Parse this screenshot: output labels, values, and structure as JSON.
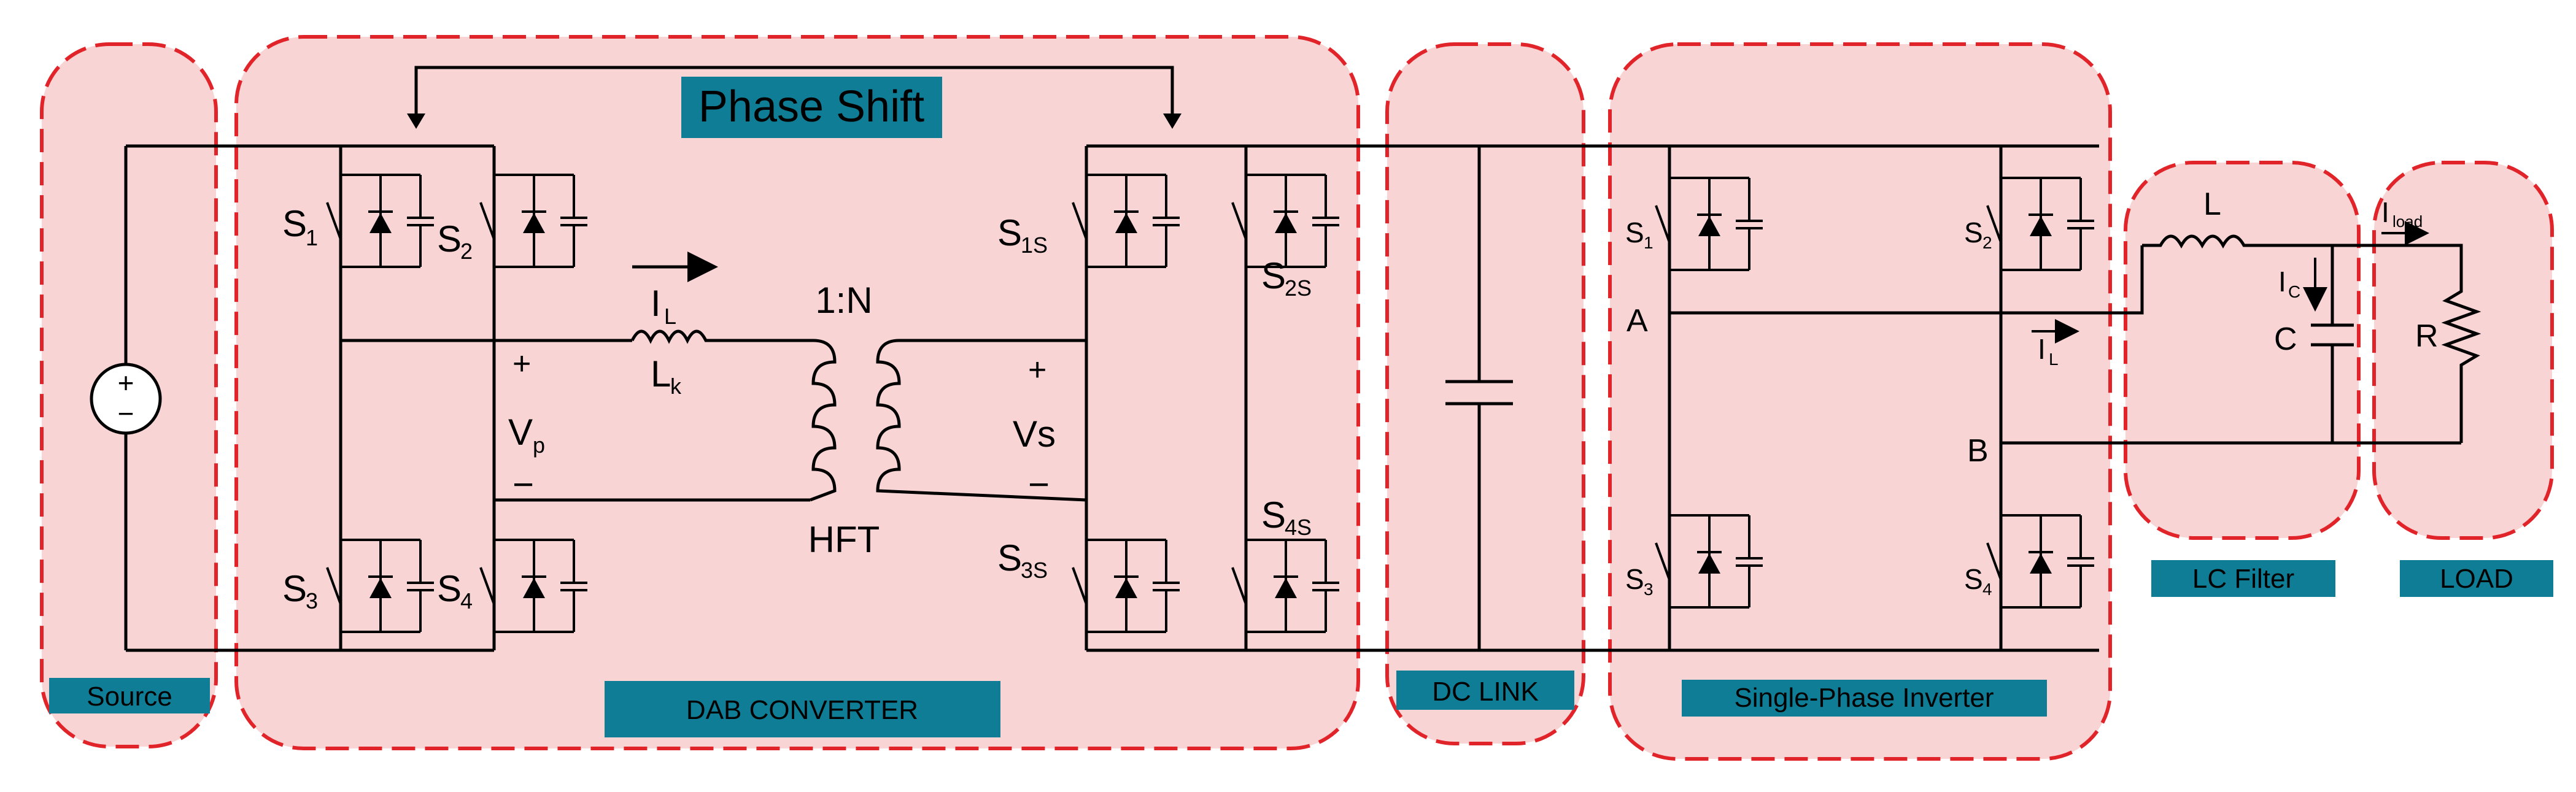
{
  "title_tag": "Phase Shift",
  "blocks": {
    "source": "Source",
    "dab": "DAB CONVERTER",
    "dclink": "DC LINK",
    "inverter": "Single-Phase Inverter",
    "filter": "LC Filter",
    "load": "LOAD"
  },
  "labels": {
    "s1": "S",
    "s1_sub": "1",
    "s2": "S",
    "s2_sub": "2",
    "s3": "S",
    "s3_sub": "3",
    "s4": "S",
    "s4_sub": "4",
    "s1s": "S",
    "s1s_sub": "1S",
    "s2s": "S",
    "s2s_sub": "2S",
    "s3s": "S",
    "s3s_sub": "3S",
    "s4s": "S",
    "s4s_sub": "4S",
    "inv_s1": "S",
    "inv_s1_sub": "1",
    "inv_s2": "S",
    "inv_s2_sub": "2",
    "inv_s3": "S",
    "inv_s3_sub": "3",
    "inv_s4": "S",
    "inv_s4_sub": "4",
    "il": "I",
    "il_sub": "L",
    "lk": "L",
    "lk_sub": "k",
    "ratio": "1:N",
    "hft": "HFT",
    "vp": "V",
    "vp_sub": "p",
    "vs": "Vs",
    "plus": "+",
    "minus": "−",
    "node_a": "A",
    "node_b": "B",
    "il_inv": "I",
    "il_inv_sub": "L",
    "l": "L",
    "ic": "I",
    "ic_sub": "C",
    "c": "C",
    "iload": "I",
    "iload_sub": "load",
    "r": "R"
  }
}
